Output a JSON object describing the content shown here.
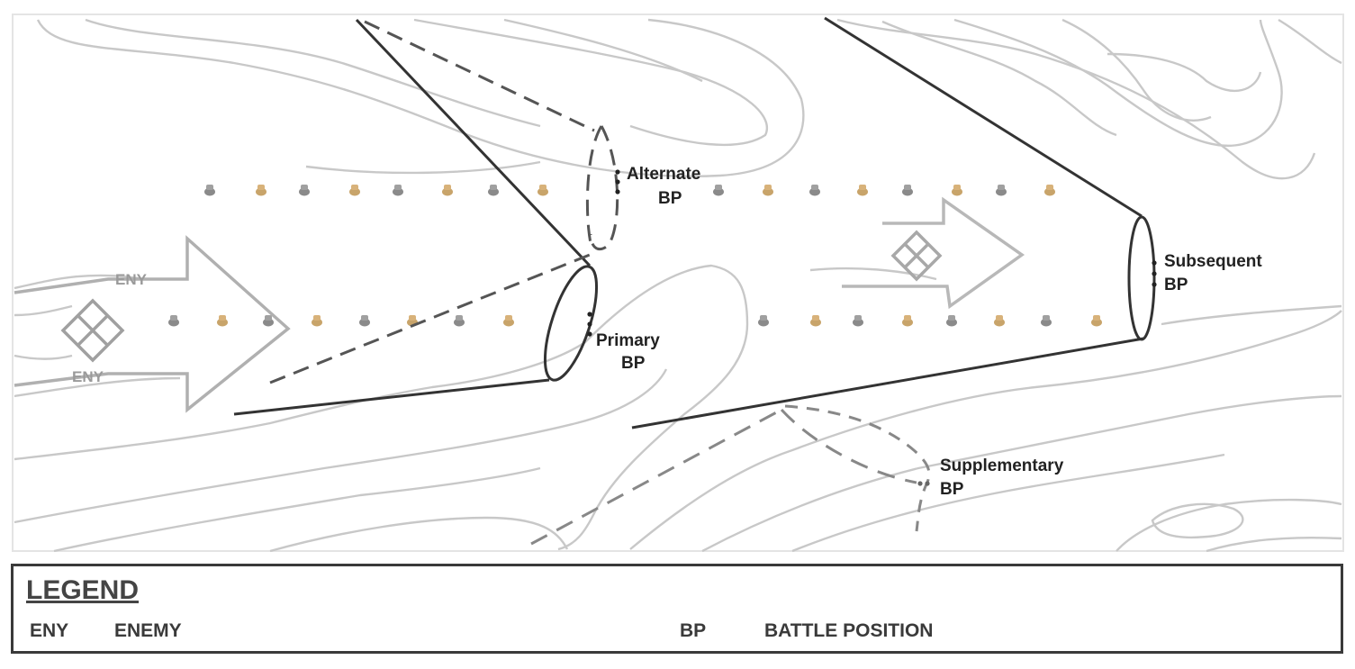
{
  "labels": {
    "alternate": [
      "Alternate",
      "BP"
    ],
    "primary": [
      "Primary",
      "BP"
    ],
    "subsequent": [
      "Subsequent",
      "BP"
    ],
    "supplementary": [
      "Supplementary",
      "BP"
    ],
    "eny_top": "ENY",
    "eny_bottom": "ENY"
  },
  "legend": {
    "title": "LEGEND",
    "items": [
      {
        "abbr": "ENY",
        "meaning": "ENEMY"
      },
      {
        "abbr": "BP",
        "meaning": "BATTLE POSITION"
      }
    ]
  },
  "colors": {
    "contour": "#c8c8c8",
    "sector_line": "#333333",
    "dashed_line": "#555555",
    "supplementary_line": "#888888",
    "enemy_arrow": "#b0b0b0",
    "obstacle_tan": "#c8a46a",
    "obstacle_gray": "#8a8a8a"
  }
}
